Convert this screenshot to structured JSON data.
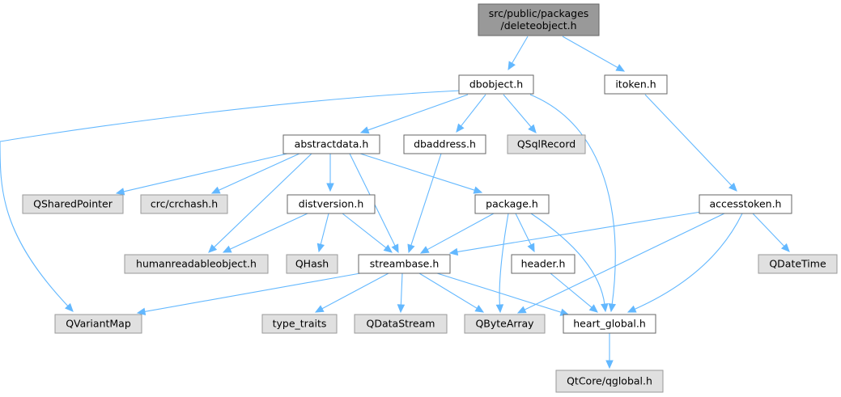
{
  "graph": {
    "colors": {
      "edge": "#63b8ff",
      "root_fill": "#999999",
      "root_stroke": "#666666",
      "local_fill": "#ffffff",
      "local_stroke": "#666666",
      "external_fill": "#e0e0e0",
      "external_stroke": "#999999"
    },
    "nodes": [
      {
        "id": "root",
        "lines": [
          "src/public/packages",
          "/deleteobject.h"
        ],
        "kind": "root"
      },
      {
        "id": "dbobject",
        "lines": [
          "dbobject.h"
        ],
        "kind": "local"
      },
      {
        "id": "itoken",
        "lines": [
          "itoken.h"
        ],
        "kind": "local"
      },
      {
        "id": "abstractdata",
        "lines": [
          "abstractdata.h"
        ],
        "kind": "local"
      },
      {
        "id": "dbaddress",
        "lines": [
          "dbaddress.h"
        ],
        "kind": "local"
      },
      {
        "id": "qsqlrecord",
        "lines": [
          "QSqlRecord"
        ],
        "kind": "external"
      },
      {
        "id": "qsharedpointer",
        "lines": [
          "QSharedPointer"
        ],
        "kind": "external"
      },
      {
        "id": "crchash",
        "lines": [
          "crc/crchash.h"
        ],
        "kind": "external"
      },
      {
        "id": "distversion",
        "lines": [
          "distversion.h"
        ],
        "kind": "local"
      },
      {
        "id": "package",
        "lines": [
          "package.h"
        ],
        "kind": "local"
      },
      {
        "id": "accesstoken",
        "lines": [
          "accesstoken.h"
        ],
        "kind": "local"
      },
      {
        "id": "humanreadable",
        "lines": [
          "humanreadableobject.h"
        ],
        "kind": "external"
      },
      {
        "id": "qhash",
        "lines": [
          "QHash"
        ],
        "kind": "external"
      },
      {
        "id": "streambase",
        "lines": [
          "streambase.h"
        ],
        "kind": "local"
      },
      {
        "id": "header",
        "lines": [
          "header.h"
        ],
        "kind": "local"
      },
      {
        "id": "qdatetime",
        "lines": [
          "QDateTime"
        ],
        "kind": "external"
      },
      {
        "id": "qvariantmap",
        "lines": [
          "QVariantMap"
        ],
        "kind": "external"
      },
      {
        "id": "typetraits",
        "lines": [
          "type_traits"
        ],
        "kind": "external"
      },
      {
        "id": "qdatastream",
        "lines": [
          "QDataStream"
        ],
        "kind": "external"
      },
      {
        "id": "qbytearray",
        "lines": [
          "QByteArray"
        ],
        "kind": "external"
      },
      {
        "id": "heartglobal",
        "lines": [
          "heart_global.h"
        ],
        "kind": "local"
      },
      {
        "id": "qglobal",
        "lines": [
          "QtCore/qglobal.h"
        ],
        "kind": "external"
      }
    ],
    "edges": [
      {
        "from": "root",
        "to": "dbobject"
      },
      {
        "from": "root",
        "to": "itoken"
      },
      {
        "from": "dbobject",
        "to": "abstractdata"
      },
      {
        "from": "dbobject",
        "to": "dbaddress"
      },
      {
        "from": "dbobject",
        "to": "qsqlrecord"
      },
      {
        "from": "dbobject",
        "to": "qvariantmap"
      },
      {
        "from": "dbobject",
        "to": "heartglobal"
      },
      {
        "from": "itoken",
        "to": "accesstoken"
      },
      {
        "from": "abstractdata",
        "to": "qsharedpointer"
      },
      {
        "from": "abstractdata",
        "to": "crchash"
      },
      {
        "from": "abstractdata",
        "to": "distversion"
      },
      {
        "from": "abstractdata",
        "to": "package"
      },
      {
        "from": "abstractdata",
        "to": "humanreadable"
      },
      {
        "from": "abstractdata",
        "to": "streambase"
      },
      {
        "from": "dbaddress",
        "to": "streambase"
      },
      {
        "from": "distversion",
        "to": "humanreadable"
      },
      {
        "from": "distversion",
        "to": "qhash"
      },
      {
        "from": "distversion",
        "to": "streambase"
      },
      {
        "from": "package",
        "to": "streambase"
      },
      {
        "from": "package",
        "to": "header"
      },
      {
        "from": "package",
        "to": "qbytearray"
      },
      {
        "from": "package",
        "to": "heartglobal"
      },
      {
        "from": "accesstoken",
        "to": "streambase"
      },
      {
        "from": "accesstoken",
        "to": "qdatetime"
      },
      {
        "from": "accesstoken",
        "to": "qbytearray"
      },
      {
        "from": "accesstoken",
        "to": "heartglobal"
      },
      {
        "from": "streambase",
        "to": "qvariantmap"
      },
      {
        "from": "streambase",
        "to": "typetraits"
      },
      {
        "from": "streambase",
        "to": "qdatastream"
      },
      {
        "from": "streambase",
        "to": "qbytearray"
      },
      {
        "from": "streambase",
        "to": "heartglobal"
      },
      {
        "from": "header",
        "to": "heartglobal"
      },
      {
        "from": "heartglobal",
        "to": "qglobal"
      }
    ]
  }
}
